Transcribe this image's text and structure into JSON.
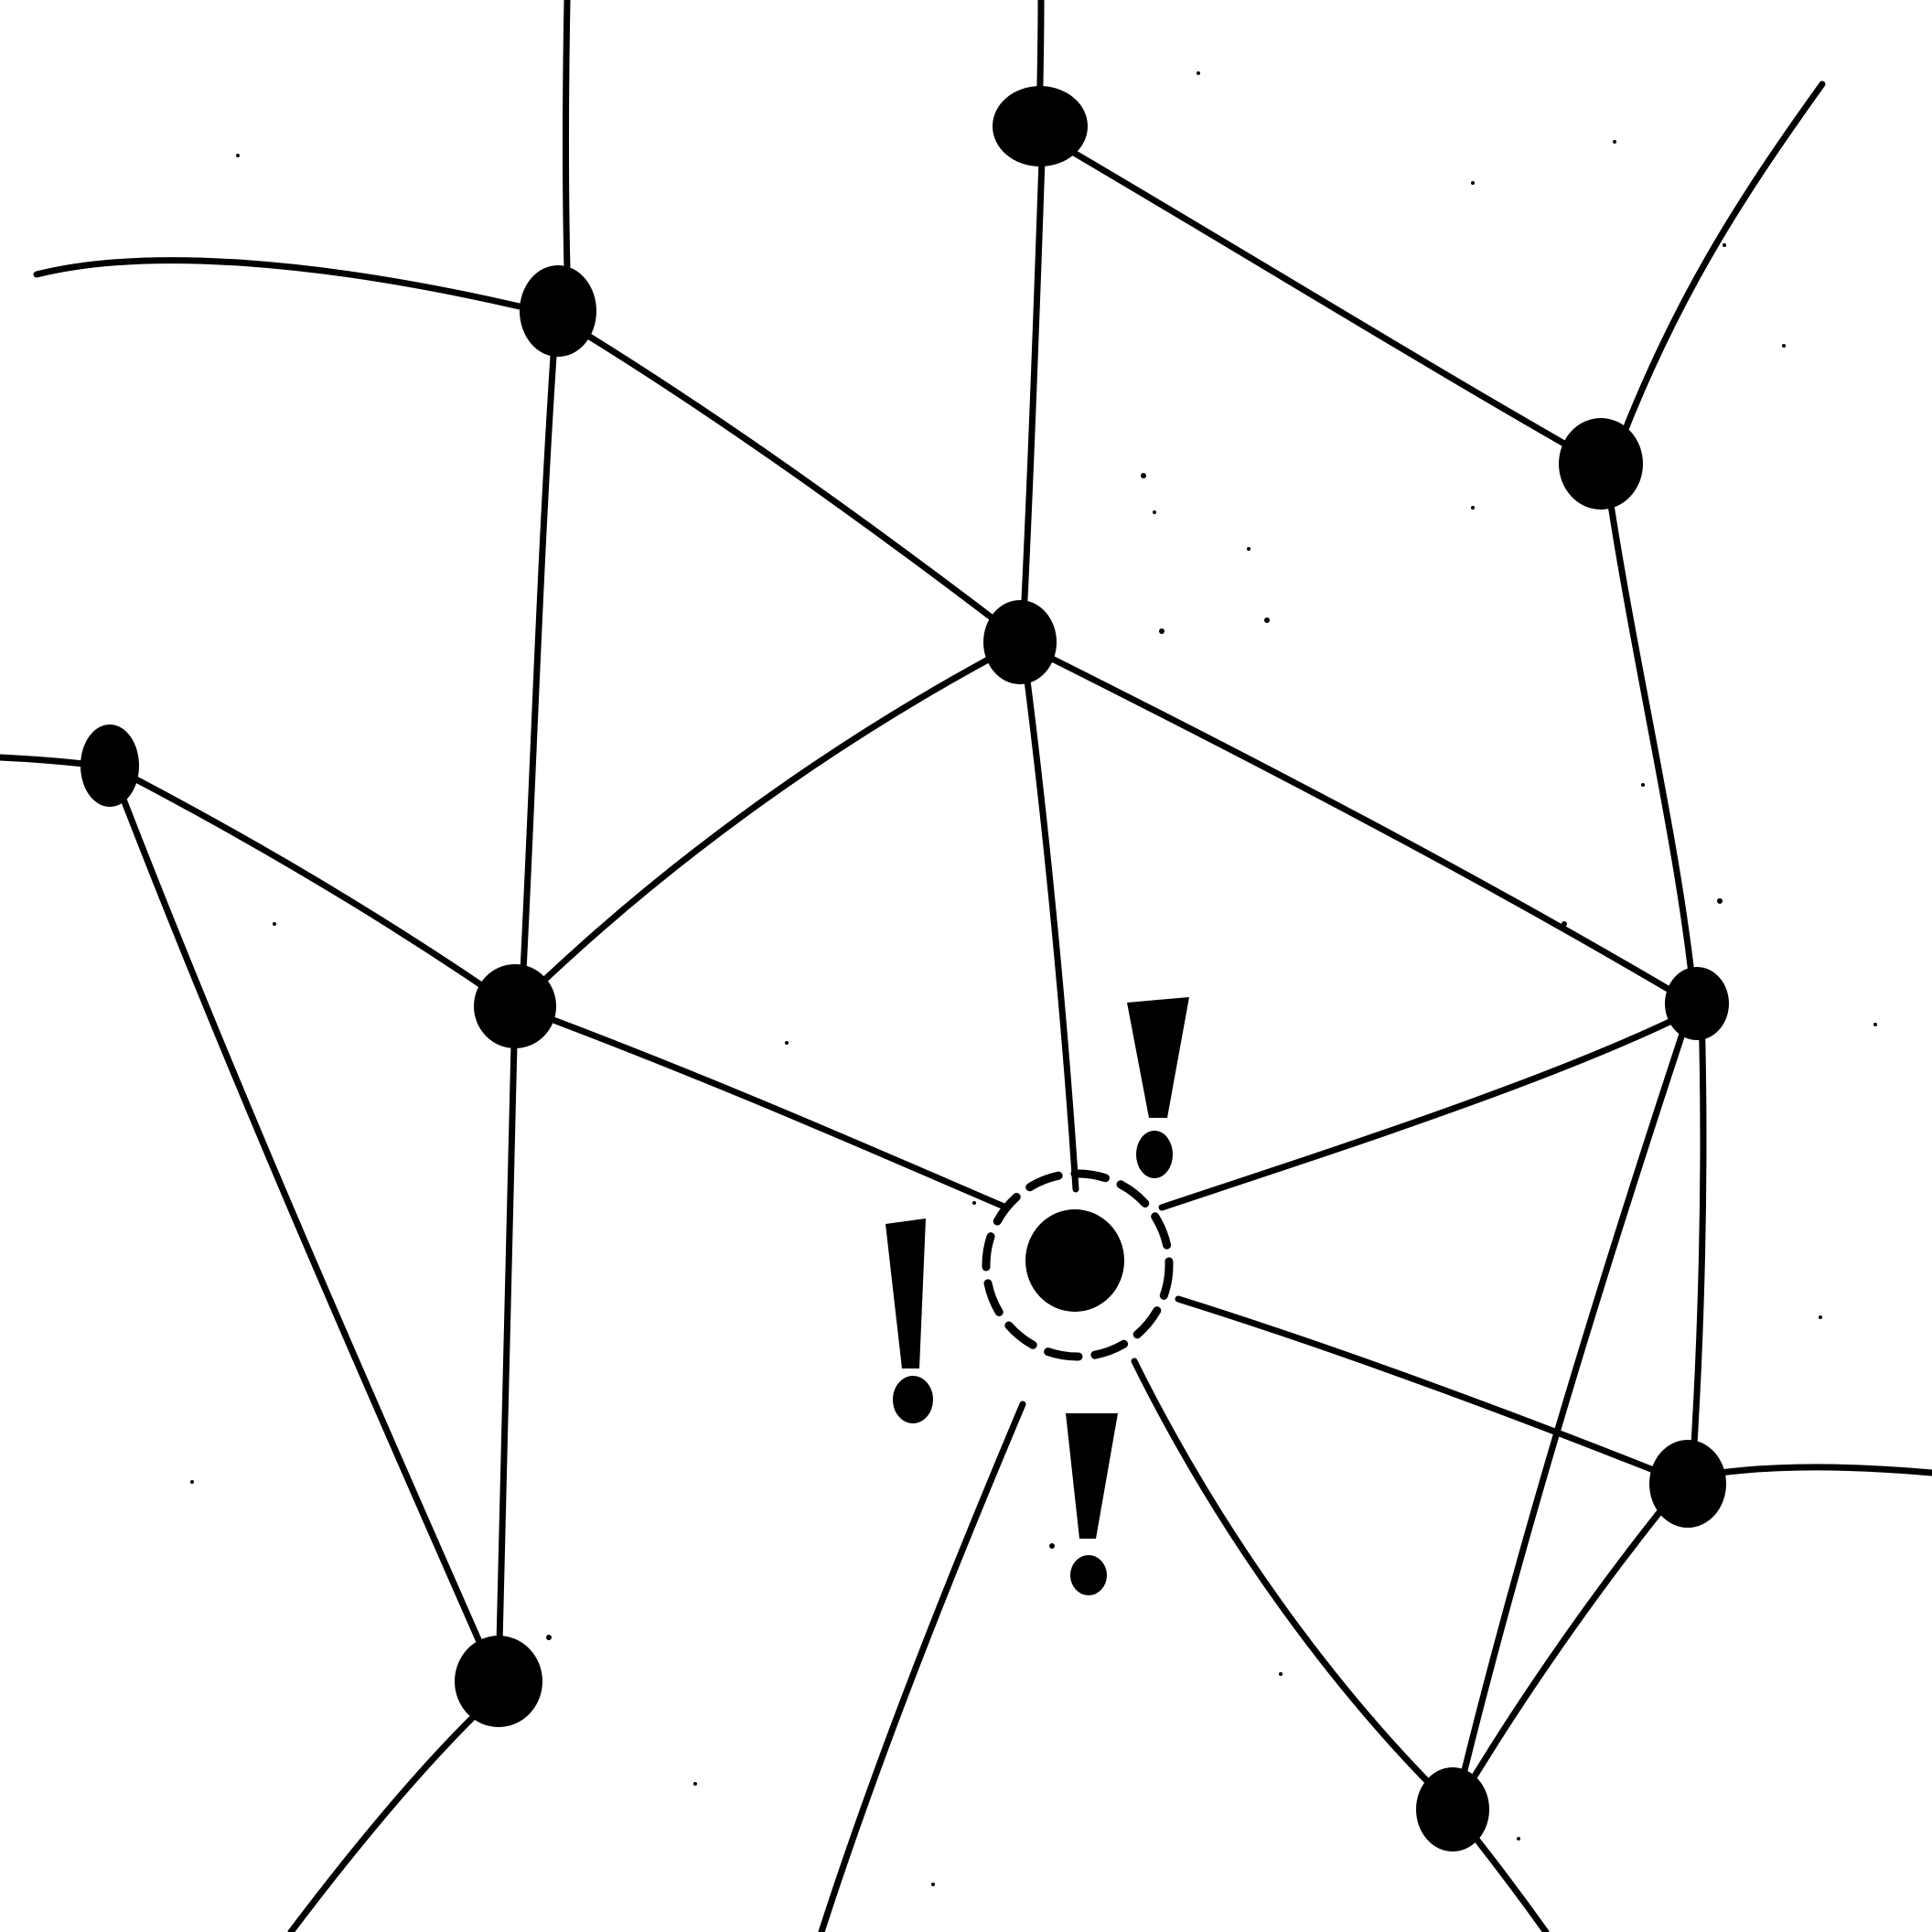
{
  "colors": {
    "ink": "#000000",
    "paper": "#ffffff"
  },
  "diagram": {
    "type": "network-graph",
    "style": "hand-drawn ink sketch",
    "nodes": [
      {
        "id": "n-top-center"
      },
      {
        "id": "n-upper-left"
      },
      {
        "id": "n-upper-right"
      },
      {
        "id": "n-center-hub"
      },
      {
        "id": "n-far-left"
      },
      {
        "id": "n-mid-left"
      },
      {
        "id": "n-mid-right"
      },
      {
        "id": "n-lower-right"
      },
      {
        "id": "n-lower-left"
      },
      {
        "id": "n-bottom-right"
      },
      {
        "id": "n-alert",
        "highlighted": true
      }
    ],
    "edges": [
      [
        "n-top-center",
        "n-center-hub"
      ],
      [
        "n-top-center",
        "n-upper-right"
      ],
      [
        "n-upper-left",
        "n-center-hub"
      ],
      [
        "n-upper-left",
        "n-mid-left"
      ],
      [
        "n-upper-right",
        "n-mid-right"
      ],
      [
        "n-center-hub",
        "n-mid-left"
      ],
      [
        "n-center-hub",
        "n-mid-right"
      ],
      [
        "n-center-hub",
        "n-alert"
      ],
      [
        "n-far-left",
        "n-mid-left"
      ],
      [
        "n-far-left",
        "n-lower-left"
      ],
      [
        "n-mid-left",
        "n-lower-left"
      ],
      [
        "n-mid-left",
        "n-alert"
      ],
      [
        "n-mid-right",
        "n-alert"
      ],
      [
        "n-mid-right",
        "n-lower-right"
      ],
      [
        "n-mid-right",
        "n-bottom-right"
      ],
      [
        "n-alert",
        "n-lower-right"
      ],
      [
        "n-alert",
        "n-bottom-right"
      ],
      [
        "n-lower-right",
        "n-bottom-right"
      ]
    ],
    "alert": {
      "node": "n-alert",
      "ring": "dashed",
      "marks": [
        "!",
        "!",
        "!"
      ]
    }
  }
}
